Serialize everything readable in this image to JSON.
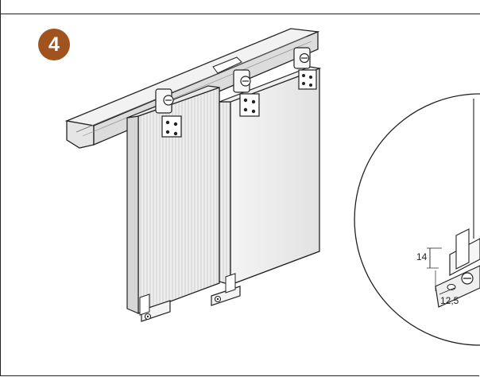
{
  "step": {
    "number": "4",
    "color": "#a0521f"
  },
  "detail": {
    "dimension_height": "14",
    "dimension_width": "12,5"
  },
  "icons": {
    "track": "sliding-rail-icon",
    "door_front": "door-panel-icon",
    "door_back": "door-panel-icon",
    "hanger": "roller-hanger-icon",
    "guide": "floor-guide-icon",
    "detail_circle": "magnified-detail-icon"
  }
}
